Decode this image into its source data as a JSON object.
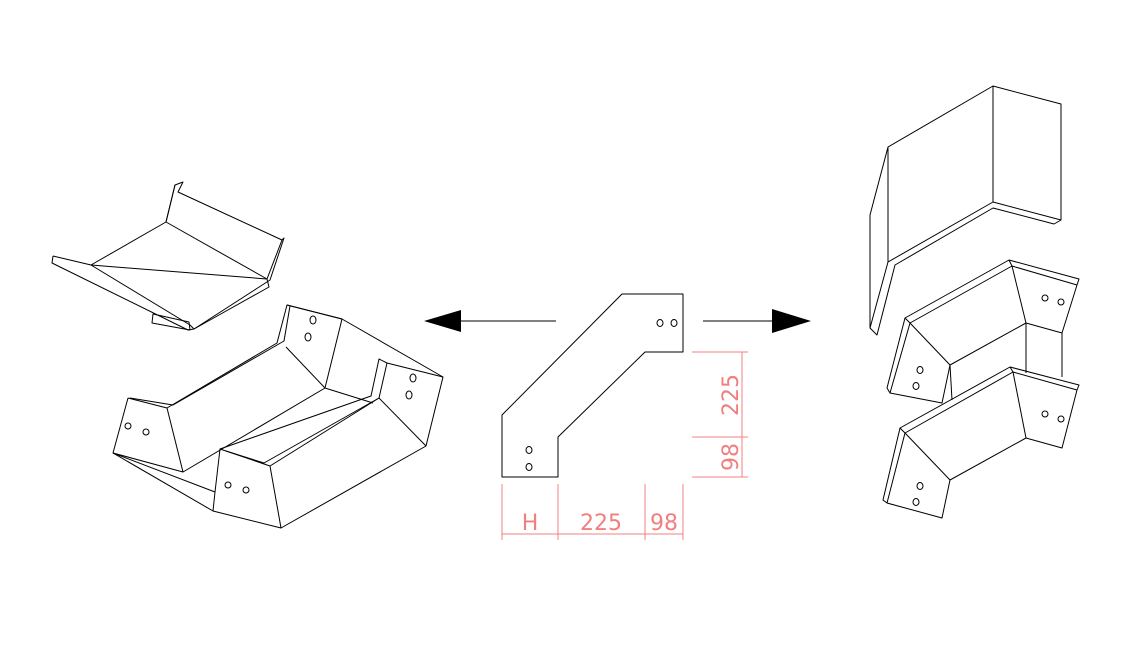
{
  "drawing": {
    "dimensions": {
      "bottom": [
        "H",
        "225",
        "98"
      ],
      "right": [
        "225",
        "98"
      ]
    },
    "colors": {
      "line": "#000000",
      "dimension": "#f08080"
    }
  }
}
